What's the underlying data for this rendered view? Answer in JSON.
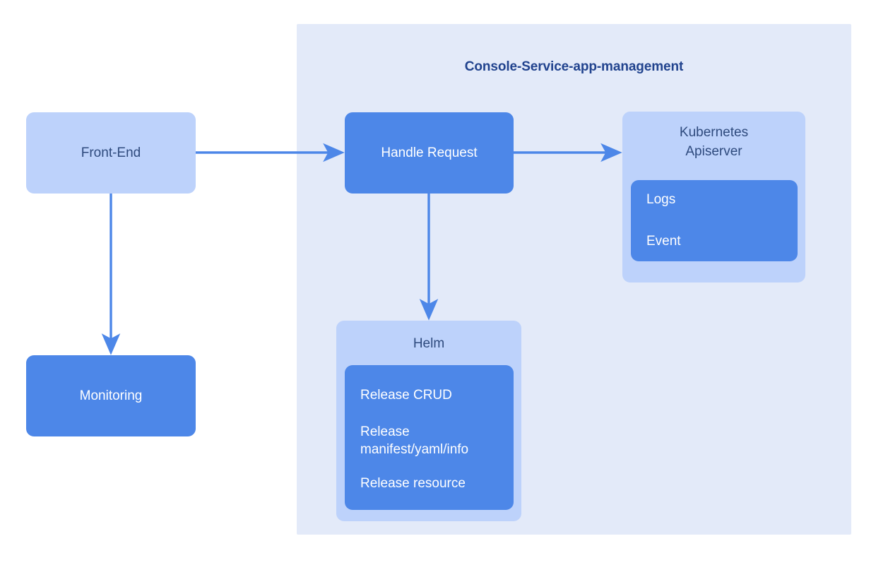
{
  "diagram": {
    "title": "Console-Service-app-management",
    "colors": {
      "container_bg": "#e3eaf9",
      "node_light": "#bdd2fb",
      "node_solid": "#4d87e8",
      "arrow": "#4d87e8",
      "text_dark": "#2e4a7d",
      "title_text": "#21438e",
      "text_light": "#ffffff",
      "page_bg": "#ffffff"
    },
    "nodes": {
      "front_end": {
        "label": "Front-End"
      },
      "monitoring": {
        "label": "Monitoring"
      },
      "handle_request": {
        "label": "Handle Request"
      },
      "kubernetes": {
        "label": "Kubernetes\nApiserver",
        "items": [
          "Logs",
          "Event"
        ]
      },
      "helm": {
        "label": "Helm",
        "items": [
          "Release CRUD",
          "Release\nmanifest/yaml/info",
          "Release resource"
        ]
      }
    },
    "edges": [
      {
        "from": "Front-End",
        "to": "Handle Request"
      },
      {
        "from": "Front-End",
        "to": "Monitoring"
      },
      {
        "from": "Handle Request",
        "to": "Kubernetes Apiserver"
      },
      {
        "from": "Handle Request",
        "to": "Helm"
      }
    ]
  }
}
